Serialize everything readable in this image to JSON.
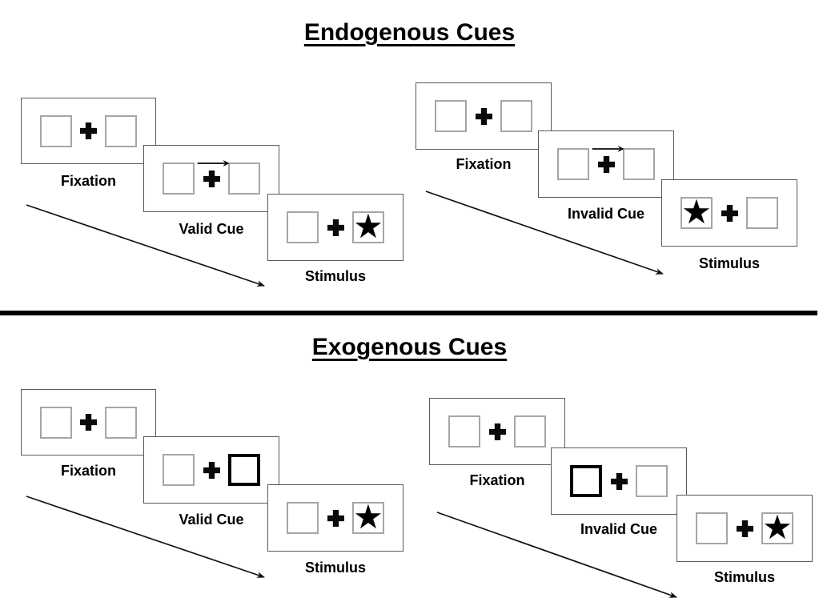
{
  "glyphs": {
    "star": "★"
  },
  "colors": {
    "ink": "#000000",
    "panel_border": "#595959",
    "box_border": "#a6a6a6",
    "divider": "#000000"
  },
  "sections": [
    {
      "title": "Endogenous Cues",
      "sequences": [
        {
          "name": "valid",
          "steps": [
            {
              "label": "Fixation",
              "cue": "none",
              "target": "none"
            },
            {
              "label": "Valid Cue",
              "cue": "arrow-right",
              "target": "none"
            },
            {
              "label": "Stimulus",
              "cue": "none",
              "target": "right"
            }
          ]
        },
        {
          "name": "invalid",
          "steps": [
            {
              "label": "Fixation",
              "cue": "none",
              "target": "none"
            },
            {
              "label": "Invalid Cue",
              "cue": "arrow-right",
              "target": "none"
            },
            {
              "label": "Stimulus",
              "cue": "none",
              "target": "left"
            }
          ]
        }
      ]
    },
    {
      "title": "Exogenous Cues",
      "sequences": [
        {
          "name": "valid",
          "steps": [
            {
              "label": "Fixation",
              "cue": "none",
              "target": "none"
            },
            {
              "label": "Valid Cue",
              "cue": "highlight-right",
              "target": "none"
            },
            {
              "label": "Stimulus",
              "cue": "none",
              "target": "right"
            }
          ]
        },
        {
          "name": "invalid",
          "steps": [
            {
              "label": "Fixation",
              "cue": "none",
              "target": "none"
            },
            {
              "label": "Invalid Cue",
              "cue": "highlight-left",
              "target": "none"
            },
            {
              "label": "Stimulus",
              "cue": "none",
              "target": "right"
            }
          ]
        }
      ]
    }
  ]
}
